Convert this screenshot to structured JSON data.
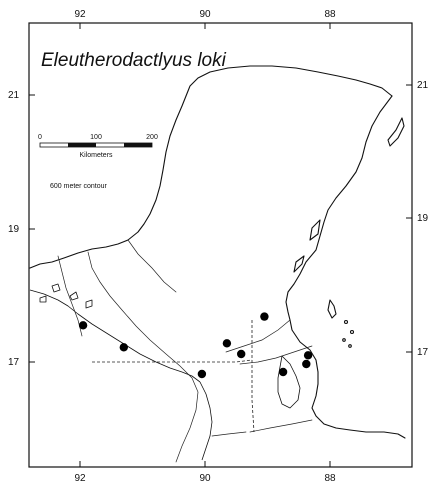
{
  "title": "Eleutherodactlyus loki",
  "scale": {
    "ticks": [
      "0",
      "100",
      "200"
    ],
    "unit": "Kilometers"
  },
  "contour_label": "600 meter contour",
  "longitude_labels": [
    "92",
    "90",
    "88"
  ],
  "latitude_labels": [
    "21",
    "19",
    "17"
  ],
  "localities": [
    {
      "lon": 91.95,
      "lat": 17.55
    },
    {
      "lon": 91.3,
      "lat": 17.22
    },
    {
      "lon": 90.05,
      "lat": 16.82
    },
    {
      "lon": 89.65,
      "lat": 17.28
    },
    {
      "lon": 89.42,
      "lat": 17.12
    },
    {
      "lon": 89.05,
      "lat": 17.68
    },
    {
      "lon": 88.75,
      "lat": 16.85
    },
    {
      "lon": 88.35,
      "lat": 17.1
    },
    {
      "lon": 88.38,
      "lat": 16.97
    }
  ]
}
